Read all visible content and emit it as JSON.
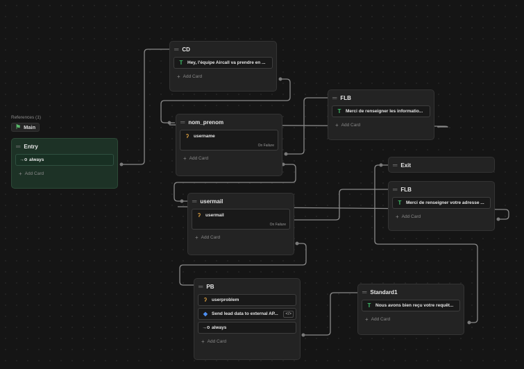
{
  "references": {
    "label": "References (1)",
    "main_chip": "Main",
    "main_icon": "flag-icon"
  },
  "nodes": {
    "entry": {
      "title": "Entry",
      "cards": [
        {
          "icon": "arrow-right-circle-icon",
          "text": "always"
        }
      ],
      "add_card": "Add Card"
    },
    "cd": {
      "title": "CD",
      "cards": [
        {
          "icon": "text-icon",
          "text": "Hey, l'équipe Aircall va prendre en ..."
        }
      ],
      "add_card": "Add Card"
    },
    "flb1": {
      "title": "FLB",
      "cards": [
        {
          "icon": "text-icon",
          "text": "Merci de renseigner les informatio..."
        }
      ],
      "add_card": "Add Card"
    },
    "nom_prenom": {
      "title": "nom_prenom",
      "cards": [
        {
          "icon": "ear-icon",
          "text": "username",
          "sub": "On Failure"
        }
      ],
      "add_card": "Add Card"
    },
    "exit": {
      "title": "Exit"
    },
    "flb2": {
      "title": "FLB",
      "cards": [
        {
          "icon": "text-icon",
          "text": "Merci de renseigner votre adresse ..."
        }
      ],
      "add_card": "Add Card"
    },
    "usermail": {
      "title": "usermail",
      "cards": [
        {
          "icon": "ear-icon",
          "text": "usermail",
          "sub": "On Failure"
        }
      ],
      "add_card": "Add Card"
    },
    "pb": {
      "title": "PB",
      "cards": [
        {
          "icon": "ear-icon",
          "text": "userproblem"
        },
        {
          "icon": "api-icon",
          "text": "Send lead data to external AP...",
          "action_icon": "code-icon"
        },
        {
          "icon": "arrow-right-circle-icon",
          "text": "always"
        }
      ],
      "add_card": "Add Card"
    },
    "standard1": {
      "title": "Standard1",
      "cards": [
        {
          "icon": "text-icon",
          "text": "Nous avons bien reçu votre requêt..."
        }
      ],
      "add_card": "Add Card"
    }
  },
  "colors": {
    "background": "#151515",
    "node": "#232323",
    "entry_node": "#1d3226",
    "text_icon": "#3fbf6a",
    "capture_icon": "#d39a3e",
    "api_icon": "#4e8ff2",
    "wire": "#8a8a8a"
  }
}
